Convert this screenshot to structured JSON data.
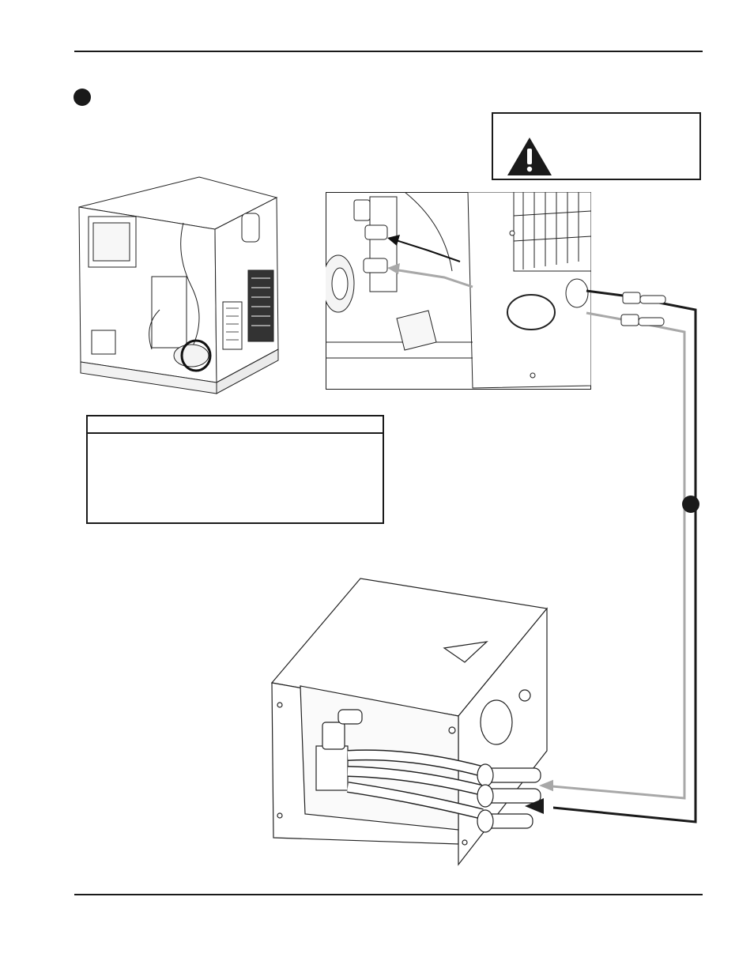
{
  "page": {
    "header_rule": true,
    "footer_rule": true
  },
  "step_marker": {
    "icon": "filled-circle-bullet"
  },
  "warning_box": {
    "icon": "warning-triangle-icon",
    "text": ""
  },
  "note_table": {
    "header": "",
    "body": ""
  },
  "figures": {
    "overview": {
      "icon": "chiller-unit-overview",
      "highlight": "circle-callout"
    },
    "detail_closeup": {
      "icon": "hose-connection-closeup"
    },
    "torch_module": {
      "icon": "cooling-module-assembly",
      "label_icon": "hazard-label-icon"
    }
  },
  "connector_lines": {
    "black_line": {
      "color": "#1a1a1a",
      "role": "supply-hose"
    },
    "gray_line": {
      "color": "#a8a8a8",
      "role": "return-hose"
    },
    "junction_icon": "junction-dot"
  }
}
